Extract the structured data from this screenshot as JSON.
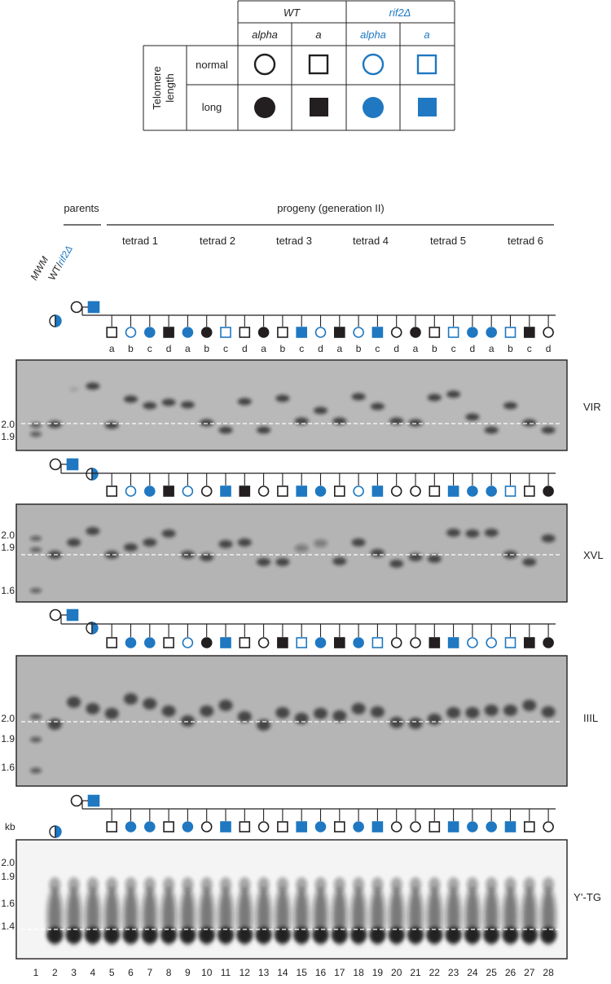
{
  "legend": {
    "row_title_line1": "Telomere",
    "row_title_line2": "length",
    "group_wt": "WT",
    "group_mut": "rif2Δ",
    "col_headers": [
      "alpha",
      "a",
      "alpha",
      "a"
    ],
    "row_labels": [
      "normal",
      "long"
    ]
  },
  "header": {
    "parents": "parents",
    "progeny": "progeny (generation II)",
    "tetrads": [
      "tetrad 1",
      "tetrad 2",
      "tetrad 3",
      "tetrad 4",
      "tetrad 5",
      "tetrad 6"
    ],
    "lane_label_mwm": "MWM",
    "lane_label_wt": "WT/",
    "lane_label_mut": "rif2Δ"
  },
  "spore_letters": [
    "a",
    "b",
    "c",
    "d",
    "a",
    "b",
    "c",
    "d",
    "a",
    "b",
    "c",
    "d",
    "a",
    "b",
    "c",
    "d",
    "a",
    "b",
    "c",
    "d",
    "a",
    "b",
    "c",
    "d"
  ],
  "panels": [
    {
      "id": "VIR",
      "label": "VIR",
      "markers": [
        "2.0",
        "1.9"
      ],
      "symbols": [
        "WOS",
        "BOC",
        "BFC",
        "KFS",
        "BFC",
        "KFC",
        "BOS",
        "WOS",
        "KFC",
        "WOS",
        "BFS",
        "BOC",
        "KFS",
        "BOC",
        "BFS",
        "WOC",
        "KFC",
        "WOS",
        "BOS",
        "BFC",
        "BFC",
        "BOS",
        "KFS",
        "WOC"
      ]
    },
    {
      "id": "XVL",
      "label": "XVL",
      "markers": [
        "2.0",
        "1.9",
        "1.6"
      ],
      "symbols": [
        "WOS",
        "BOC",
        "BFC",
        "KFS",
        "BOC",
        "WOC",
        "BFS",
        "KFS",
        "WOC",
        "WOS",
        "BFS",
        "BFC",
        "WOS",
        "BOC",
        "BFS",
        "WOC",
        "WOC",
        "WOS",
        "BFS",
        "BFC",
        "BFC",
        "BOS",
        "WOS",
        "KFC"
      ]
    },
    {
      "id": "IIIL",
      "label": "IIIL",
      "markers": [
        "2.0",
        "1.9",
        "1.6"
      ],
      "symbols": [
        "WOS",
        "BFC",
        "BFC",
        "WOS",
        "BOC",
        "KFC",
        "BFS",
        "WOS",
        "WOC",
        "KFS",
        "BOS",
        "BFC",
        "KFS",
        "BFC",
        "BOS",
        "WOC",
        "WOC",
        "KFS",
        "BFS",
        "BOC",
        "BOC",
        "BOS",
        "KFS",
        "KFC"
      ]
    },
    {
      "id": "YTG",
      "label": "Y’-TG",
      "markers": [
        "2.0",
        "1.9",
        "1.6",
        "1.4"
      ],
      "kb": "kb",
      "symbols": [
        "WOS",
        "BFC",
        "BFC",
        "WOS",
        "BFC",
        "WOC",
        "BFS",
        "WOS",
        "WOC",
        "WOS",
        "BFS",
        "BFC",
        "WOS",
        "BFC",
        "BFS",
        "WOC",
        "WOC",
        "WOS",
        "BFS",
        "BFC",
        "BFC",
        "BFS",
        "WOS",
        "WOC"
      ]
    }
  ],
  "lane_numbers": [
    "1",
    "2",
    "3",
    "4",
    "5",
    "6",
    "7",
    "8",
    "9",
    "10",
    "11",
    "12",
    "13",
    "14",
    "15",
    "16",
    "17",
    "18",
    "19",
    "20",
    "21",
    "22",
    "23",
    "24",
    "25",
    "26",
    "27",
    "28"
  ],
  "colors": {
    "blue": "#1f78c1",
    "black": "#231f20",
    "gel_bg": "#b9b9b9"
  }
}
